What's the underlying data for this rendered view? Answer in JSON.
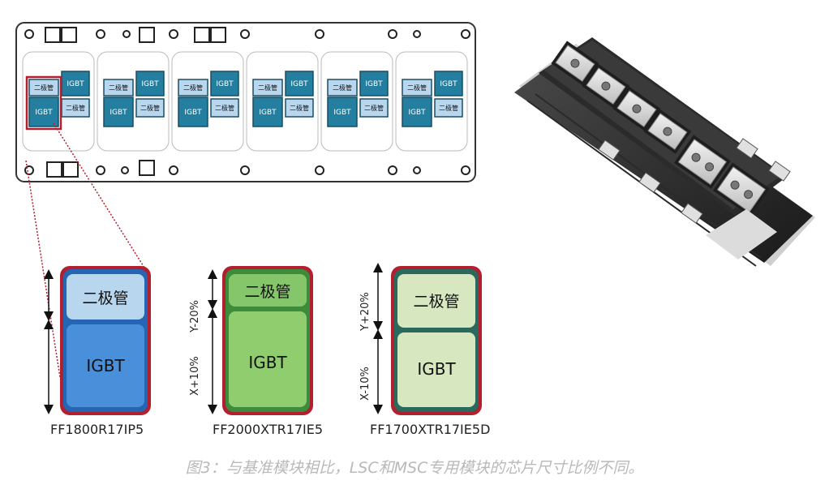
{
  "board": {
    "slots": [
      {
        "a": "二极管",
        "b": "IGBT",
        "c": "IGBT",
        "d": "二极管"
      },
      {
        "a": "二极管",
        "b": "IGBT",
        "c": "IGBT",
        "d": "二极管"
      },
      {
        "a": "二极管",
        "b": "IGBT",
        "c": "IGBT",
        "d": "二极管"
      },
      {
        "a": "二极管",
        "b": "IGBT",
        "c": "IGBT",
        "d": "二极管"
      },
      {
        "a": "二极管",
        "b": "IGBT",
        "c": "IGBT",
        "d": "二极管"
      },
      {
        "a": "二极管",
        "b": "IGBT",
        "c": "IGBT",
        "d": "二极管"
      }
    ]
  },
  "modules": [
    {
      "name": "FF1800R17IP5",
      "diode": "二极管",
      "igbt": "IGBT",
      "colors": {
        "border": "#b22030",
        "inner": "#2466b4",
        "diode": "#b9d6ef",
        "igbt": "#4a8fd9"
      }
    },
    {
      "name": "FF2000XTR17IE5",
      "diode": "二极管",
      "igbt": "IGBT",
      "dim_top": "Y-20%",
      "dim_bottom": "X+10%",
      "colors": {
        "border": "#b22030",
        "inner": "#3c8c3c",
        "diode": "#86c66a",
        "igbt": "#8fcd6f"
      }
    },
    {
      "name": "FF1700XTR17IE5D",
      "diode": "二极管",
      "igbt": "IGBT",
      "dim_top": "Y+20%",
      "dim_bottom": "X-10%",
      "colors": {
        "border": "#b22030",
        "inner": "#2a6a5c",
        "diode": "#d7e8c1",
        "igbt": "#d7e8c1"
      }
    }
  ],
  "caption": "图3：与基准模块相比，LSC和MSC专用模块的芯片尺寸比例不同。"
}
